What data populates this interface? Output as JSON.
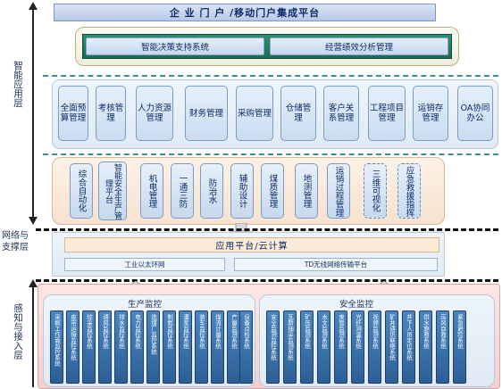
{
  "portal": {
    "title": "企 业 门 户 /移动门户集成平台"
  },
  "layers": {
    "app": "智能应用层",
    "network": "网络与支撑层",
    "sensing": "感知与接入层"
  },
  "decision": {
    "items": [
      "智能决策支持系统",
      "经营绩效分析管理"
    ]
  },
  "management": {
    "items": [
      "全面预算管理",
      "考核管理",
      "人力资源管理",
      "财务管理",
      "采购管理",
      "仓储管理",
      "客户关系管理",
      "工程项目管理",
      "运销存管理",
      "OA协同办公"
    ]
  },
  "production": {
    "items": [
      "综合自动化",
      "智能安全生产管理平台",
      "机电管理",
      "一通三防",
      "防治水",
      "辅助设计",
      "煤质管理",
      "地测管理",
      "运销过程管理",
      "三维可视化",
      "应急救援指挥"
    ]
  },
  "platform": {
    "title": "应用平台/云计算",
    "ethernet": "工业以太环网",
    "td": "TD无线网络传输平台"
  },
  "production_monitor": {
    "title": "生产监控",
    "items": [
      "采掘工作面监控系统",
      "皮带运输监控系统",
      "综采监控系统",
      "通风监控系统",
      "排水监控系统",
      "电力监控系统",
      "选煤厂监控系统",
      "制氮监控系统",
      "灌浆监控系统",
      "装车监控系统",
      "煤流计量系统",
      "产量监测系统",
      "设备点检系统"
    ]
  },
  "safety_monitor": {
    "title": "安全监控",
    "items": [
      "安全监测监控系统",
      "瓦斯抽采监测系统",
      "矿压监测系统",
      "水文监测系统",
      "束管监测系统",
      "光纤测温系统",
      "视频监测系统",
      "矿井通讯联络系统",
      "井下人员定位系统",
      "供水施救系统",
      "压风自救系统",
      "紧急避险系统"
    ]
  },
  "colors": {
    "green_box": "#2a7f66",
    "blue_box": "#d6e5f5",
    "dark_blue_box": "#3a72ab",
    "dashed_teal": "#3a8f8f"
  }
}
